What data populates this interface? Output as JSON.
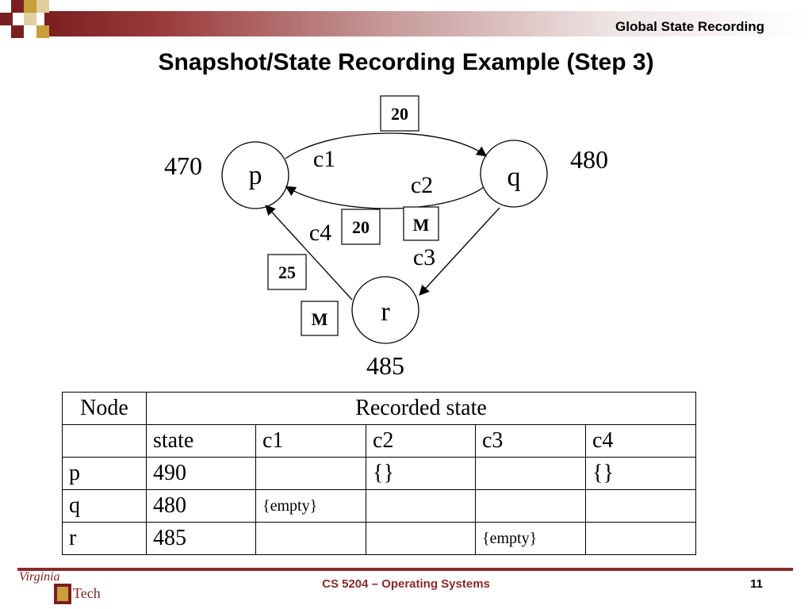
{
  "header": {
    "title": "Global State Recording"
  },
  "slide": {
    "title": "Snapshot/State Recording Example (Step 3)"
  },
  "diagram": {
    "nodes": {
      "p": "p",
      "q": "q",
      "r": "r"
    },
    "balances": {
      "p": "470",
      "q": "480",
      "r": "485"
    },
    "channels": {
      "c1": "c1",
      "c2": "c2",
      "c3": "c3",
      "c4": "c4"
    },
    "messages": {
      "c1_top": "20",
      "c4_a": "20",
      "c2_marker": "M",
      "c4_b": "25",
      "c4_marker": "M"
    }
  },
  "table": {
    "header": {
      "node": "Node",
      "recorded": "Recorded state"
    },
    "subheader": [
      "",
      "state",
      "c1",
      "c2",
      "c3",
      "c4"
    ],
    "rows": [
      [
        "p",
        "490",
        "",
        "{}",
        "",
        "{}"
      ],
      [
        "q",
        "480",
        "{empty}",
        "",
        "",
        ""
      ],
      [
        "r",
        "485",
        "",
        "",
        "{empty}",
        ""
      ]
    ]
  },
  "footer": {
    "course": "CS 5204 – Operating Systems",
    "page": "11",
    "logo_text_1": "Virginia",
    "logo_text_2": "Tech"
  },
  "colors": {
    "accent": "#8a2a2a"
  }
}
